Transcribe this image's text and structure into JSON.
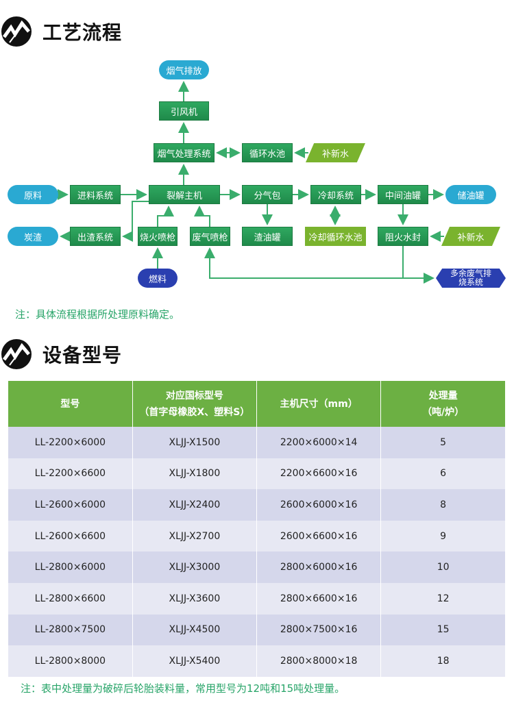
{
  "sections": {
    "process_title": "工艺流程",
    "models_title": "设备型号"
  },
  "flow": {
    "smoke_exhaust": "烟气排放",
    "induced_fan": "引风机",
    "flue_gas_treatment": "烟气处理系统",
    "circulating_pool": "循环水池",
    "make_up_water_top": "补新水",
    "raw_material": "原料",
    "feed_system": "进料系统",
    "pyrolysis_main": "裂解主机",
    "gas_separator": "分气包",
    "cooling_system": "冷却系统",
    "intermediate_tank": "中间油罐",
    "oil_storage_tank": "储油罐",
    "carbon_residue": "炭渣",
    "slag_system": "出渣系统",
    "burner": "烧火喷枪",
    "waste_gas_burner": "废气喷枪",
    "residue_oil_tank": "渣油罐",
    "cooling_pool": "冷却循环水池",
    "flame_arrester": "阻火水封",
    "make_up_water_right": "补新水",
    "fuel": "燃料",
    "excess_gas_line1": "多余废气排",
    "excess_gas_line2": "烧系统"
  },
  "process_note": "注：具体流程根据所处理原料确定。",
  "table": {
    "headers": [
      [
        "型号",
        ""
      ],
      [
        "对应国标型号",
        "（首字母橡胶X、塑料S）"
      ],
      [
        "主机尺寸（mm）",
        ""
      ],
      [
        "处理量",
        "（吨/炉）"
      ]
    ],
    "rows": [
      [
        "LL-2200×6000",
        "XLJJ-X1500",
        "2200×6000×14",
        "5"
      ],
      [
        "LL-2200×6600",
        "XLJJ-X1800",
        "2200×6600×16",
        "6"
      ],
      [
        "LL-2600×6000",
        "XLJJ-X2400",
        "2600×6000×16",
        "8"
      ],
      [
        "LL-2600×6600",
        "XLJJ-X2700",
        "2600×6600×16",
        "9"
      ],
      [
        "LL-2800×6000",
        "XLJJ-X3000",
        "2800×6000×16",
        "10"
      ],
      [
        "LL-2800×6600",
        "XLJJ-X3600",
        "2800×6600×16",
        "12"
      ],
      [
        "LL-2800×7500",
        "XLJJ-X4500",
        "2800×7500×16",
        "15"
      ],
      [
        "LL-2800×8000",
        "XLJJ-X5400",
        "2800×8000×18",
        "18"
      ]
    ]
  },
  "table_note": "注：表中处理量为破碎后轮胎装料量，常用型号为12吨和15吨处理量。",
  "colors": {
    "green": "#6cb043",
    "flow_green": "#2fa860",
    "note": "#27a468",
    "pill": "#2aa9d2",
    "fuel": "#2a3fb0"
  }
}
